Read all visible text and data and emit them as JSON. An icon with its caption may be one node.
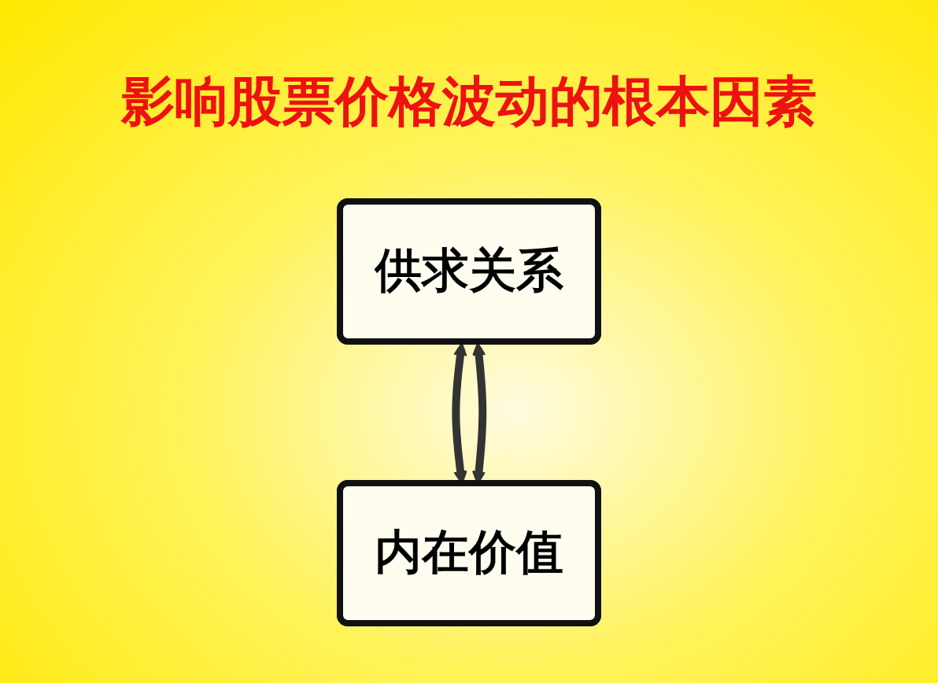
{
  "diagram": {
    "title": "影响股票价格波动的根本因素",
    "nodes": [
      {
        "text": [
          "供求关系"
        ]
      },
      {
        "text": [
          "内在价值"
        ]
      }
    ],
    "edges": [
      {
        "from": 0,
        "to": 1,
        "arrow": "both"
      },
      {
        "from": 0,
        "to": 1,
        "arrow": "both"
      }
    ]
  }
}
